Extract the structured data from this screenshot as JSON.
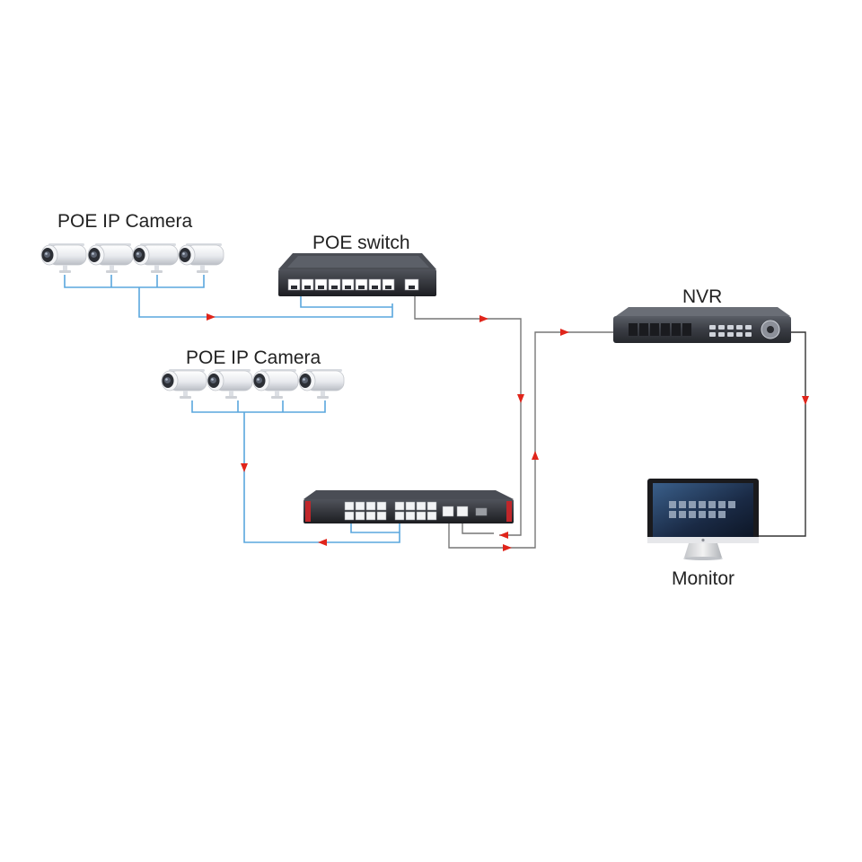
{
  "labels": {
    "cameras_top": "POE IP Camera",
    "poe_switch": "POE switch",
    "cameras_middle": "POE IP Camera",
    "nvr": "NVR",
    "monitor": "Monitor"
  },
  "colors": {
    "camera_link": "#5aa7dd",
    "uplink": "#777777",
    "arrow": "#e0251b",
    "device_dark": "#2b2d33",
    "label": "#222222"
  },
  "nodes": [
    {
      "id": "camera-group-top",
      "kind": "ip-camera",
      "count": 4
    },
    {
      "id": "poe-switch-8-port",
      "kind": "poe-switch",
      "ports": 8
    },
    {
      "id": "camera-group-middle",
      "kind": "ip-camera",
      "count": 4
    },
    {
      "id": "poe-switch-16-port",
      "kind": "poe-switch",
      "ports": 16
    },
    {
      "id": "nvr",
      "kind": "nvr"
    },
    {
      "id": "monitor",
      "kind": "monitor"
    }
  ],
  "edges": [
    {
      "from": "camera-group-top",
      "to": "poe-switch-8-port"
    },
    {
      "from": "camera-group-middle",
      "to": "poe-switch-16-port"
    },
    {
      "from": "poe-switch-8-port",
      "to": "poe-switch-16-port"
    },
    {
      "from": "poe-switch-16-port",
      "to": "nvr"
    },
    {
      "from": "nvr",
      "to": "monitor"
    }
  ]
}
